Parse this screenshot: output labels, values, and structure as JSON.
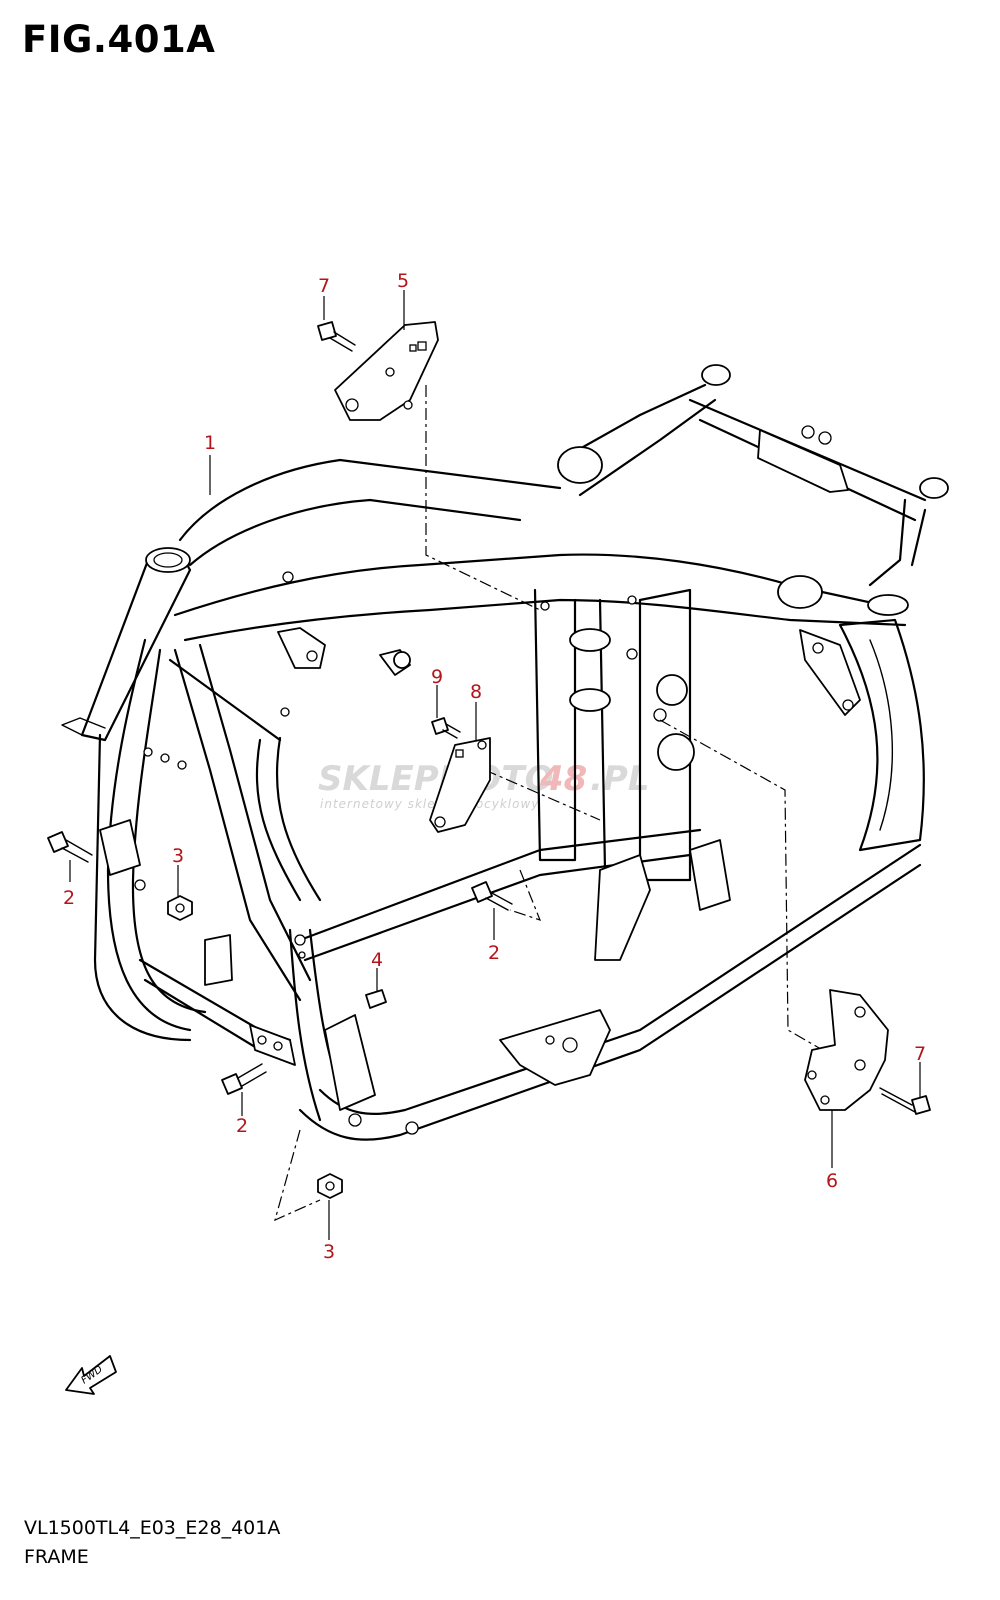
{
  "figure": {
    "title": "FIG.401A",
    "code": "VL1500TL4_E03_E28_401A",
    "name": "FRAME"
  },
  "callouts": {
    "c1": "1",
    "c2a": "2",
    "c2b": "2",
    "c2c": "2",
    "c3a": "3",
    "c3b": "3",
    "c4": "4",
    "c5": "5",
    "c6": "6",
    "c7a": "7",
    "c7b": "7",
    "c8": "8",
    "c9": "9"
  },
  "fwd_label": "FWD",
  "watermark": {
    "brand_main": "SKLEPMOTO",
    "brand_accent": "48",
    "brand_tld": ".PL",
    "tagline": "internetowy sklep motocyklowy"
  },
  "colors": {
    "callout": "#b3151b",
    "line": "#000000",
    "background": "#ffffff"
  }
}
